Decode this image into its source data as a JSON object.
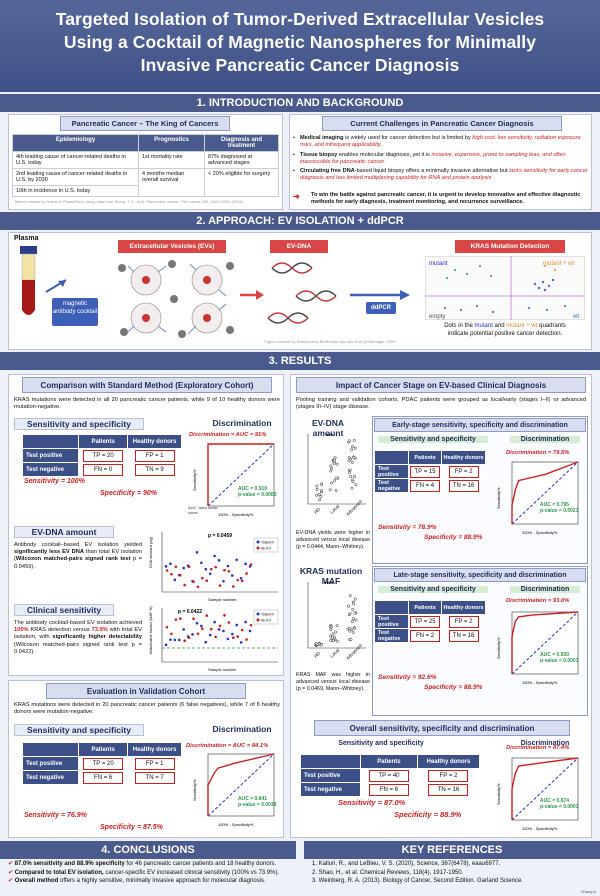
{
  "title": {
    "line1": "Targeted Isolation of Tumor-Derived Extracellular Vesicles",
    "line2": "Using a Cocktail of Magnetic Nanospheres for Minimally",
    "line3": "Invasive Pancreatic Cancer Diagnosis"
  },
  "sections": {
    "s1": "1. INTRODUCTION AND BACKGROUND",
    "s2": "2. APPROACH: EV ISOLATION + ddPCR",
    "s3": "3. RESULTS",
    "s4": "4. CONCLUSIONS",
    "s5": "KEY REFERENCES"
  },
  "intro": {
    "king_head": "Pancreatic Cancer – The King of Cancers",
    "challenge_head": "Current Challenges in Pancreatic Cancer Diagnosis",
    "epi_header": "Epidemiology",
    "epi_rows": [
      "4th leading cause of cancer-related deaths in U.S. today",
      "2nd leading cause of cancer-related deaths in U.S. by 2030",
      "10th in incidence in U.S. today"
    ],
    "prog_header": "Prognostics",
    "diag_header": "Diagnosis and treatment",
    "prog_rows": [
      "1st mortality rate",
      "4 months median overall survival"
    ],
    "diag_rows": [
      "87% diagnosed at advanced stages",
      "< 20% eligible for surgery"
    ],
    "table_note": "Tables created by finalist in PowerPoint, using data from Stoop, T. F., et al. Pancreatic cancer. The Lancet 405, 1182-1202, (2025).",
    "b1a": "Medical imaging",
    "b1b": " is widely used for cancer detection but is limited by ",
    "b1c": "high cost, low sensitivity, radiation exposure risks, and infrequent applicability",
    "b2a": "Tissue biopsy",
    "b2b": " enables molecular diagnosis, yet it is ",
    "b2c": "invasive, expensive, prone to sampling bias, and often inaccessible for pancreatic cancer",
    "b3a": "Circulating free DNA",
    "b3b": "-based liquid biopsy offers a minimally invasive alternative but ",
    "b3c": "lacks sensitivity for early cancer diagnosis and has limited multiplexing capability for RNA and protein analysis",
    "goal": "To win the battle against pancreatic cancer, it is urgent to develop innovative and effective diagnostic methods for early diagnosis, treatment monitoring, and recurrence surveillance."
  },
  "approach": {
    "plasma": "Plasma",
    "cocktail": "magnetic antibody cocktail",
    "evs": "Extracellular Vesicles (EVs)",
    "evdna": "EV-DNA",
    "ddpcr": "ddPCR",
    "kras": "KRAS Mutation Detection",
    "mutant": "mutant",
    "mutant_wt": "mutant + wt",
    "empty": "empty",
    "wt": "wt",
    "dots_a": "Dots in the ",
    "dots_b": "mutant",
    "dots_c": " and ",
    "dots_d": "mutant + wt",
    "dots_e": " quadrants",
    "dots_line2": "indicate potential positive cancer detection.",
    "fig_note": "Figure created by finalist using BioRender and Bio-Rad QXManager, 2025"
  },
  "comparison": {
    "head": "Comparison with Standard Method (Exploratory Cohort)",
    "intro": "KRAS mutations were detected in all 20 pancreatic cancer patients, while 9 of 10 healthy donors were mutation-negative.",
    "ss_label": "Sensitivity and specificity",
    "disc_label": "Discrimination",
    "patients": "Patients",
    "healthy": "Healthy donors",
    "test_pos": "Test positive",
    "test_neg": "Test negative",
    "tp": "TP = 20",
    "fp": "FP = 1",
    "fn": "FN = 0",
    "tn": "TN = 9",
    "sens": "Sensitivity = 100%",
    "spec": "Specificity = 90%",
    "auc_title": "Discrimination = AUC = 91%",
    "auc_val": "AUC = 0.910",
    "auc_p": "p-value = 0.0003",
    "auc_note": "AUC: area under curve",
    "evdna_label": "EV-DNA amount",
    "evdna_text_a": "Antibody cocktail–based EV isolation yielded ",
    "evdna_text_b": "significantly less EV DNA",
    "evdna_text_c": " than total EV isolation (",
    "evdna_text_d": "Wilcoxon matched-pairs signed rank test",
    "evdna_text_e": " p = 0.0459).",
    "p1": "p = 0.0459",
    "clin_label": "Clinical sensitivity",
    "clin_text_a": "The antibody cocktail-based EV isolation achieved ",
    "clin_text_b": "100%",
    "clin_text_c": " KRAS detection versus ",
    "clin_text_d": "73.9%",
    "clin_text_e": " with total EV isolation, with ",
    "clin_text_f": "significantly higher detectability",
    "clin_text_g": " (Wilcoxon matched-pairs signed rank test p = 0.0422).",
    "p2": "p = 0.0422",
    "legend_total": "Total EV",
    "legend_ab": "Ab EV",
    "sample_number": "Sample number",
    "y_dna": "DNA amount (ng)",
    "y_maf": "Mutant allele fraction (MAF, %)"
  },
  "validation": {
    "head": "Evaluation in Validation Cohort",
    "intro": "KRAS mutations were detected in 20 pancreatic cancer patients (6 false negatives), while 7 of 8 healthy donors were mutation-negative.",
    "tp": "TP = 20",
    "fp": "FP = 1",
    "fn": "FN = 6",
    "tn": "TN = 7",
    "sens": "Sensitivity = 76.9%",
    "spec": "Specificity = 87.5%",
    "auc_title": "Discrimination = AUC = 84.1%",
    "auc_val": "AUC = 0.841",
    "auc_p": "p-value = 0.0039"
  },
  "stage": {
    "head": "Impact of Cancer Stage on EV-based Clinical Diagnosis",
    "intro": "Pooling training and validation cohorts, PDAC patients were grouped as local/early (stages I–II) or advanced (stages III–IV) stage disease.",
    "evdna_label": "EV-DNA amount",
    "evdna_text": "EV-DNA yields were higher in advanced versus local disease (p = 0.0444, Mann–Whitney).",
    "maf_label": "KRAS mutation MAF",
    "maf_text": "KRAS MAF was higher in advanced versus local disease (p = 0.0469, Mann–Whitney).",
    "hd": "HD",
    "local": "Local",
    "advanced": "Advanced",
    "early_head": "Early-stage sensitivity, specificity and discrimination",
    "late_head": "Late-stage sensitivity, specificity and discrimination",
    "early": {
      "tp": "TP = 15",
      "fp": "FP = 2",
      "fn": "FN = 4",
      "tn": "TN = 16",
      "sens": "Sensitivity = 78.9%",
      "spec": "Specificity = 88.9%",
      "auc_title": "Discrimination = 79.5%",
      "auc_val": "AUC = 0.795",
      "auc_p": "p-value = 0.0021"
    },
    "late": {
      "tp": "TP = 25",
      "fp": "FP = 2",
      "fn": "FN = 2",
      "tn": "TN = 16",
      "sens": "Sensitivity = 92.6%",
      "spec": "Specificity = 88.9%",
      "auc_title": "Discrimination = 93.0%",
      "auc_val": "AUC = 0.930",
      "auc_p": "p-value < 0.0001"
    }
  },
  "overall": {
    "head": "Overall sensitivity, specificity and discrimination",
    "tp": "TP = 40",
    "fp": "FP = 2",
    "fn": "FN = 6",
    "tn": "TN = 16",
    "sens": "Sensitivity = 87.0%",
    "spec": "Specificity = 88.9%",
    "auc_title": "Discrimination = 87.4%",
    "auc_val": "AUC = 0.874",
    "auc_p": "p-value < 0.0001"
  },
  "axes": {
    "sens": "Sensitivity%",
    "spec": "100% - Specificity%"
  },
  "conclusions": [
    {
      "bold": "87.0% sensitivity and 88.9% specificity",
      "rest": " for 46 pancreatic cancer patients and 18 healthy donors."
    },
    {
      "bold": "Compared to total EV isolation,",
      "rest": " cancer-specific EV increased clinical sensitivity (100% vs 73.9%)."
    },
    {
      "bold": "Overall method",
      "rest": " offers a highly sensitive, minimally invasive approach for molecular diagnosis."
    }
  ],
  "references": [
    "1. Kalluri, R., and LeBleu, V. S. (2020), Science, 367(6478), eaau6977.",
    "2. Shao, H., et al. Chemical Reviews, 118(4), 1917-1950.",
    "3. Weinberg, R. A. (2013). Biology of Cancer, Second Edition. Garland Science."
  ],
  "credit": "Zhang A",
  "colors": {
    "navy": "#3c4f87",
    "accent_red": "#cc1f1f",
    "blue": "#2233cc",
    "green": "#2a9a4a"
  }
}
